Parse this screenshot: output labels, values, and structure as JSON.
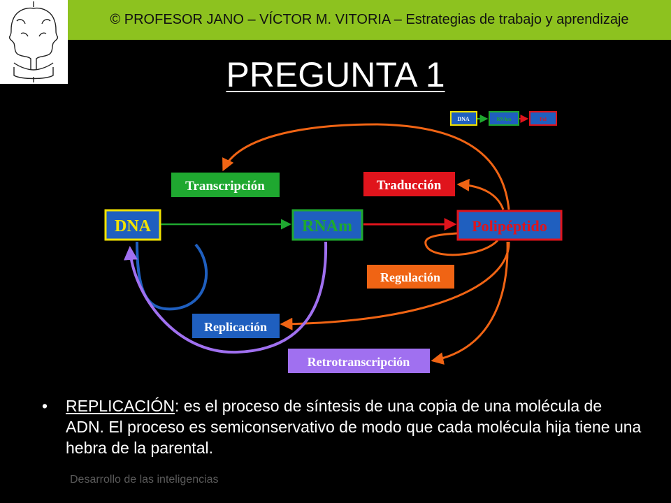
{
  "header": {
    "text": "© PROFESOR JANO – VÍCTOR M. VITORIA – Estrategias de trabajo y aprendizaje"
  },
  "title": "PREGUNTA 1",
  "diagram": {
    "legend": {
      "dna": "DNA",
      "rna": "RNAm",
      "pol": "Pol"
    },
    "nodes": {
      "dna": "DNA",
      "rna": "RNAm",
      "pol": "Polipéptido"
    },
    "labels": {
      "transcripcion": "Transcripción",
      "traduccion": "Traducción",
      "regulacion": "Regulación",
      "replicacion": "Replicación",
      "retrotranscripcion": "Retrotranscripción"
    },
    "colors": {
      "blue": "#1f5fbf",
      "yellow": "#f2e200",
      "green": "#1fa830",
      "red": "#e0141c",
      "orange": "#f06414",
      "purple": "#a070f0"
    }
  },
  "bullet": {
    "term": "REPLICACIÓN",
    "text": ": es el proceso de síntesis de una copia de una molécula de ADN. El proceso es semiconservativo de modo que cada molécula hija tiene una hebra de la parental."
  },
  "footer": "Desarrollo de las inteligencias"
}
